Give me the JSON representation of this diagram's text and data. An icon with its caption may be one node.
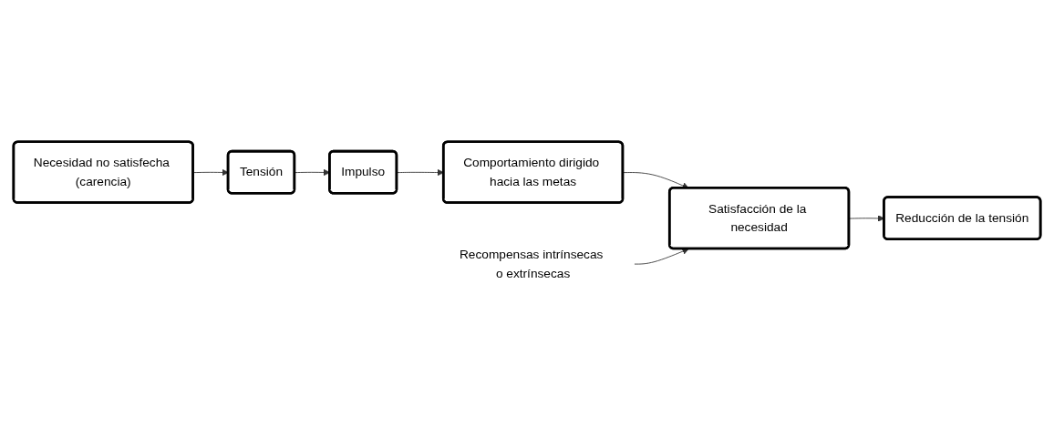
{
  "diagram": {
    "nodes": [
      {
        "text": [
          "Necesidad no satisfecha (carencia)"
        ]
      },
      {
        "text": [
          "Tensión"
        ]
      },
      {
        "text": [
          "Impulso"
        ]
      },
      {
        "text": [
          "Comportamiento dirigido hacia las metas"
        ]
      },
      {
        "text": [
          "Recompensas intrínsecas o extrínsecas"
        ]
      },
      {
        "text": [
          "Satisfacción de la necesidad"
        ]
      },
      {
        "text": [
          "Reducción de la tensión"
        ]
      }
    ],
    "edges": [
      {
        "from": 0,
        "to": 1,
        "arrow": "to"
      },
      {
        "from": 1,
        "to": 2,
        "arrow": "to"
      },
      {
        "from": 2,
        "to": 3,
        "arrow": "to"
      },
      {
        "from": 3,
        "to": 5,
        "arrow": "to"
      },
      {
        "from": 4,
        "to": 5,
        "arrow": "to"
      },
      {
        "from": 5,
        "to": 6,
        "arrow": "to"
      }
    ]
  }
}
